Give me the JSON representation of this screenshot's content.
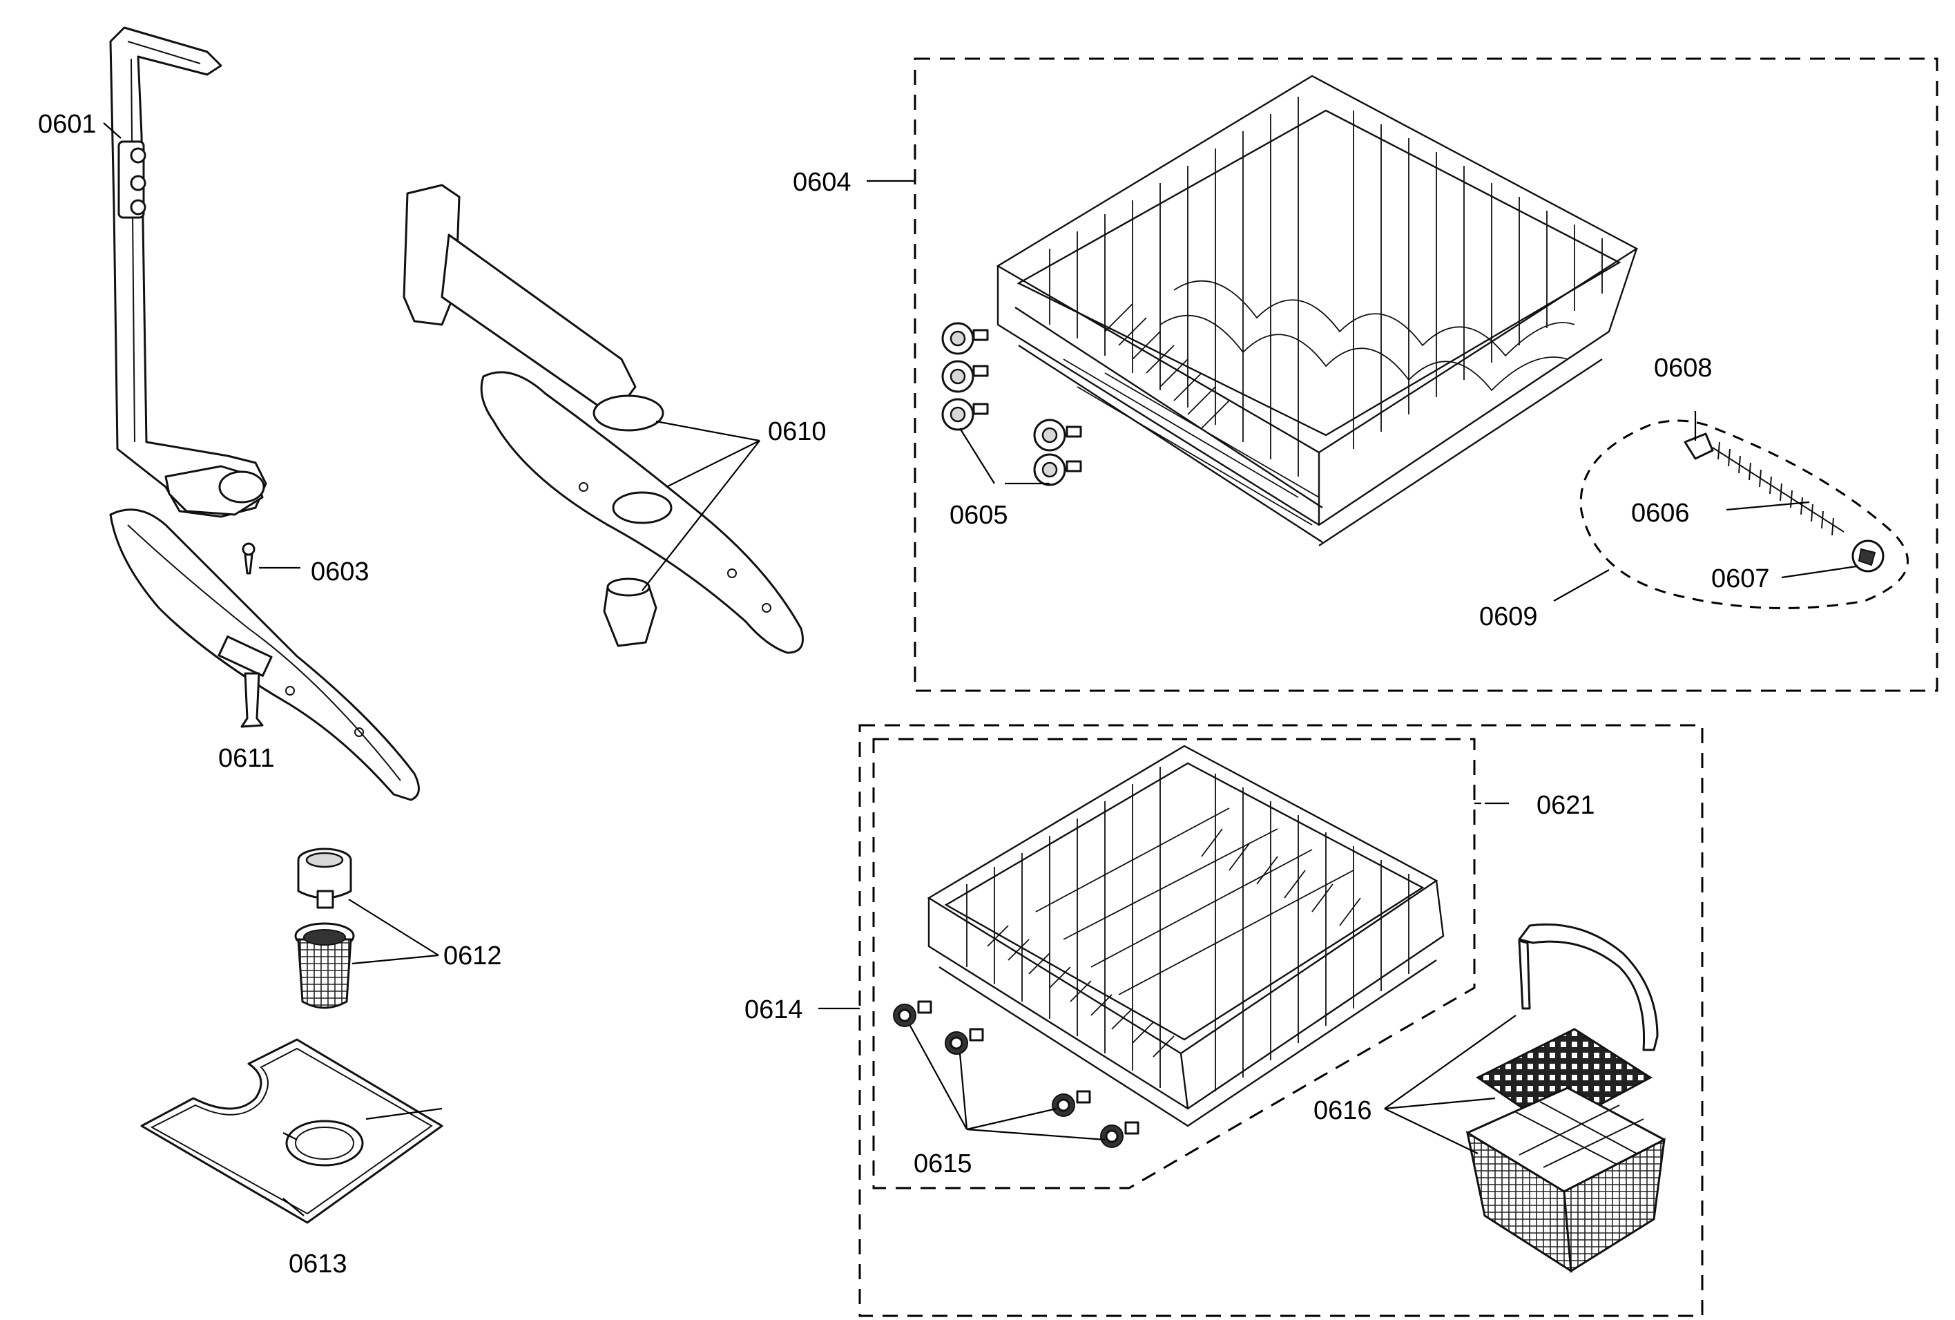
{
  "parts": {
    "p0601": "0601",
    "p0603": "0603",
    "p0604": "0604",
    "p0605": "0605",
    "p0606": "0606",
    "p0607": "0607",
    "p0608": "0608",
    "p0609": "0609",
    "p0610": "0610",
    "p0611": "0611",
    "p0612": "0612",
    "p0613": "0613",
    "p0614": "0614",
    "p0615": "0615",
    "p0616": "0616",
    "p0621": "0621"
  }
}
